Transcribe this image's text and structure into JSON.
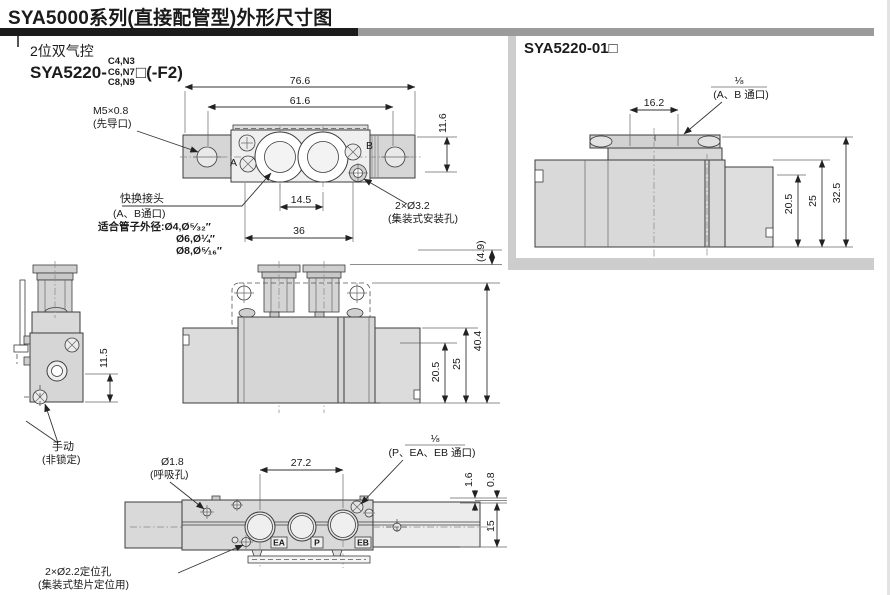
{
  "title": "SYA5000系列(直接配管型)外形尺寸图",
  "left": {
    "subtitle": "2位双气控",
    "model": "SYA5220-",
    "opt1": "C4,N3",
    "opt2": "C6,N7",
    "opt3": "C8,N9",
    "suffix": "□(-F2)"
  },
  "panel": {
    "title": "SYA5220-01□"
  },
  "top_view": {
    "d766": "76.6",
    "d616": "61.6",
    "d116": "11.6",
    "d145": "14.5",
    "d36": "36",
    "m5": "M5×0.8",
    "m5_note": "(先导口)",
    "a": "A",
    "b": "B",
    "fitting": "快换接头",
    "fitting_note": "(A、B通口)",
    "tube": "适合管子外径:Ø4,Ø⁵⁄₃₂″",
    "tube2": "Ø6,Ø¼″",
    "tube3": "Ø8,Ø⁵⁄₁₆″",
    "mount": "2×Ø3.2",
    "mount_note": "(集装式安装孔)"
  },
  "front_view": {
    "d49": "(4.9)",
    "d404": "40.4",
    "d25": "25",
    "d205": "20.5"
  },
  "side_view": {
    "d115": "11.5",
    "manual": "手动",
    "manual_note": "(非锁定)"
  },
  "bottom_view": {
    "d272": "27.2",
    "d08": "0.8",
    "d16": "1.6",
    "d15": "15",
    "breath": "Ø1.8",
    "breath_note": "(呼吸孔)",
    "frac": "⅛",
    "port_note": "(P、EA、EB 通口)",
    "ea": "EA",
    "p": "P",
    "eb": "EB",
    "pin": "2×Ø2.2定位孔",
    "pin_note": "(集装式垫片定位用)"
  },
  "panel_view": {
    "d162": "16.2",
    "frac": "⅛",
    "port_note": "(A、B 通口)",
    "d205": "20.5",
    "d25": "25",
    "d325": "32.5"
  }
}
